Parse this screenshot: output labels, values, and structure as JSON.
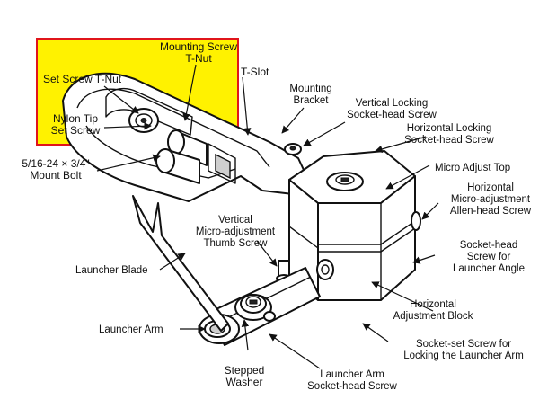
{
  "highlight": {
    "color": "#fff200",
    "border_color": "#e0151b"
  },
  "labels": {
    "mounting_screw_tnut": [
      "Mounting Screw",
      "T-Nut"
    ],
    "t_slot": [
      "T-Slot"
    ],
    "set_screw_tnut": [
      "Set Screw T-Nut"
    ],
    "nylon_tip_set_screw": [
      "Nylon Tip",
      "Set Screw"
    ],
    "mount_bolt": [
      "5/16-24 × 3/4\"",
      "Mount Bolt"
    ],
    "mounting_bracket": [
      "Mounting",
      "Bracket"
    ],
    "vertical_locking": [
      "Vertical Locking",
      "Socket-head Screw"
    ],
    "horizontal_locking": [
      "Horizontal Locking",
      "Socket-head Screw"
    ],
    "micro_adjust_top": [
      "Micro Adjust Top"
    ],
    "horizontal_micro": [
      "Horizontal",
      "Micro-adjustment",
      "Allen-head Screw"
    ],
    "vertical_micro": [
      "Vertical",
      "Micro-adjustment",
      "Thumb Screw"
    ],
    "socket_head_angle": [
      "Socket-head",
      "Screw for",
      "Launcher Angle"
    ],
    "launcher_blade": [
      "Launcher Blade"
    ],
    "horizontal_adjustment_block": [
      "Horizontal",
      "Adjustment Block"
    ],
    "launcher_arm": [
      "Launcher Arm"
    ],
    "socket_set_screw": [
      "Socket-set Screw for",
      "Locking the Launcher Arm"
    ],
    "stepped_washer": [
      "Stepped",
      "Washer"
    ],
    "launcher_arm_screw": [
      "Launcher Arm",
      "Socket-head Screw"
    ]
  }
}
